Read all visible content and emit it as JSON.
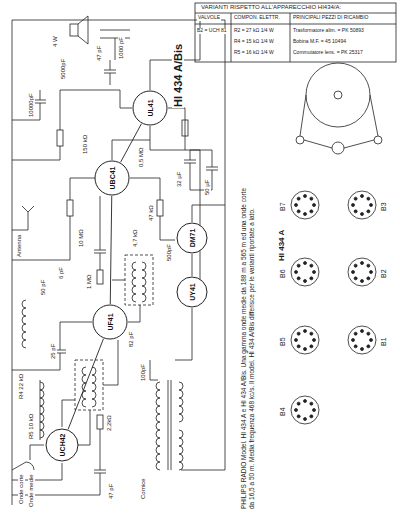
{
  "diagram": {
    "nodes": [
      {
        "text": [
          "UCH42"
        ]
      },
      {
        "text": [
          "UF41"
        ]
      },
      {
        "text": [
          "UBC41"
        ]
      },
      {
        "text": [
          "UL41"
        ]
      },
      {
        "text": [
          "DM71"
        ]
      },
      {
        "text": [
          "UY41"
        ]
      }
    ],
    "edges": [
      {
        "from": 0,
        "to": 1,
        "arrow": "none"
      },
      {
        "from": 1,
        "to": 2,
        "arrow": "none"
      },
      {
        "from": 2,
        "to": 3,
        "arrow": "none"
      }
    ],
    "labels": [
      "VARIANTI RISPETTO ALL'APPARECCHIO HI434/A:",
      "VALVOLE",
      "COMPON. ELETTR.",
      "PRINCIPALI PEZZI DI RICAMBIO",
      "B2 = UCH 81",
      "R2 = 27 kΩ 1/4 W",
      "R4 = 15 kΩ 1/4 W",
      "R5 = 16 kΩ 1/4 W",
      "Trasformatore alim. = PK 50893",
      "Bobina M.F. = 45 10494",
      "Commutatore lens. = PK 25317",
      "HI 434 A/Bis",
      "1000 pF",
      "47 pF",
      "5000pF",
      "10000pF",
      "4 W",
      "150 kΩ",
      "0,5 MΩ",
      "47 kΩ",
      "500pF",
      "4,7 kΩ",
      "10 MΩ",
      "1 MΩ",
      "32 µF",
      "50 µF",
      "6 pF",
      "82 pF",
      "100pF",
      "50 pF",
      "25 pF",
      "2,2kΩ",
      "R4 22 kΩ",
      "R5 10 kΩ",
      "47 pF",
      "Onde corte",
      "Onde medie",
      "Cornice",
      "Antenna",
      "HI 434 A",
      "B7",
      "B6",
      "B5",
      "B4",
      "B3",
      "B2",
      "B1",
      "PHILIPS RADIO Model. HI 434 A e HI 434 A/Bis. Una gamma onde medie da 188 m a 565 m ed una onde corte da 16,5 a 50 m. Media frequenza 468 kc/s. Il model. HI 434 A/Bis differisce per le varianti riportate a lato."
    ]
  }
}
